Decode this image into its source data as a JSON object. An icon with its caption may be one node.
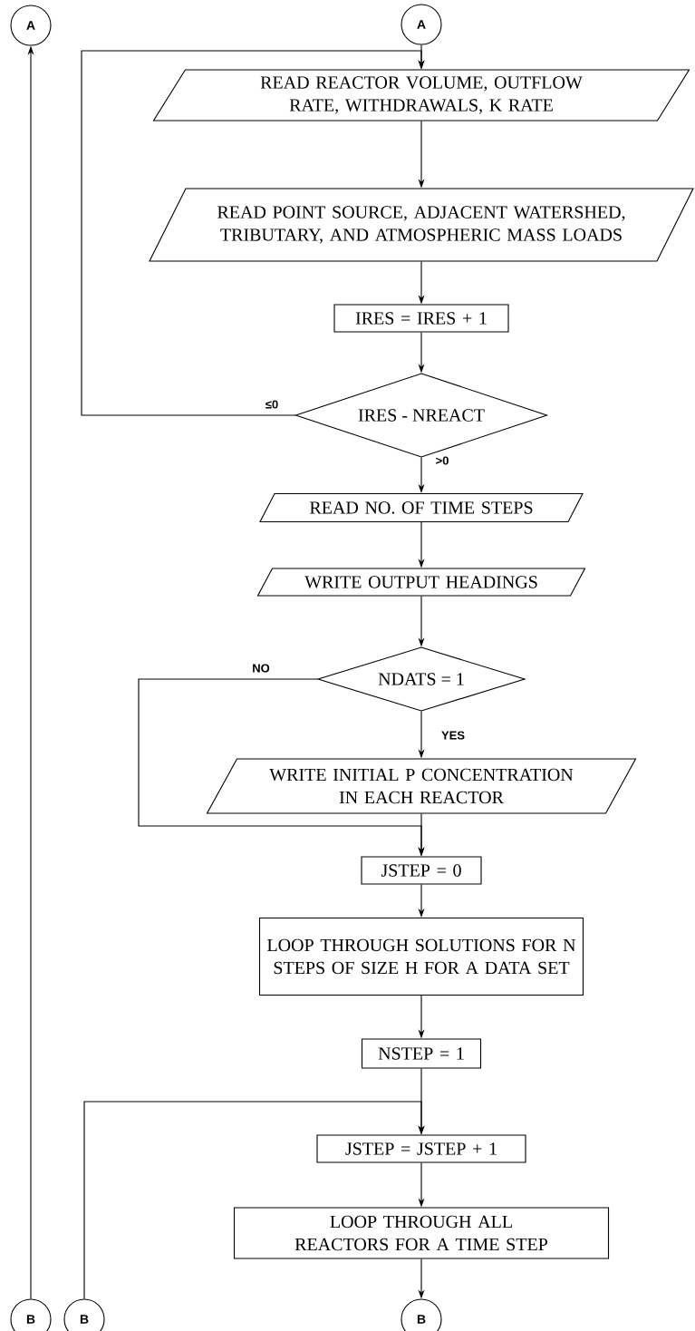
{
  "diagram": {
    "nodes": [
      {
        "text": [
          "A"
        ]
      },
      {
        "text": [
          "A"
        ]
      },
      {
        "text": [
          "READ REACTOR VOLUME, OUTFLOW RATE, WITHDRAWALS, K RATE"
        ]
      },
      {
        "text": [
          "READ POINT SOURCE, ADJACENT WATERSHED, TRIBUTARY, AND ATMOSPHERIC MASS LOADS"
        ]
      },
      {
        "text": [
          "IRES = IRES + 1"
        ]
      },
      {
        "text": [
          "IRES - NREACT"
        ]
      },
      {
        "text": [
          "READ NO. OF TIME STEPS"
        ]
      },
      {
        "text": [
          "WRITE OUTPUT HEADINGS"
        ]
      },
      {
        "text": [
          "NDATS = 1"
        ]
      },
      {
        "text": [
          "WRITE INITIAL P CONCENTRATION IN EACH REACTOR"
        ]
      },
      {
        "text": [
          "JSTEP = 0"
        ]
      },
      {
        "text": [
          "LOOP THROUGH SOLUTIONS FOR N STEPS OF SIZE H FOR A DATA SET"
        ]
      },
      {
        "text": [
          "NSTEP = 1"
        ]
      },
      {
        "text": [
          "JSTEP = JSTEP + 1"
        ]
      },
      {
        "text": [
          "LOOP THROUGH ALL REACTORS FOR A TIME STEP"
        ]
      },
      {
        "text": [
          "B"
        ]
      },
      {
        "text": [
          "B"
        ]
      },
      {
        "text": [
          "B"
        ]
      }
    ],
    "edges": [
      {
        "from": 15,
        "to": 0,
        "arrow": "to"
      },
      {
        "from": 1,
        "to": 2,
        "arrow": "to"
      },
      {
        "from": 2,
        "to": 3,
        "arrow": "to"
      },
      {
        "from": 3,
        "to": 4,
        "arrow": "to"
      },
      {
        "from": 4,
        "to": 5,
        "arrow": "to"
      },
      {
        "from": 5,
        "to": 2,
        "label": "≤0",
        "arrow": "to"
      },
      {
        "from": 5,
        "to": 6,
        "label": ">0",
        "arrow": "to"
      },
      {
        "from": 6,
        "to": 7,
        "arrow": "to"
      },
      {
        "from": 7,
        "to": 8,
        "arrow": "to"
      },
      {
        "from": 8,
        "to": 9,
        "label": "YES",
        "arrow": "to"
      },
      {
        "from": 8,
        "to": 10,
        "label": "NO",
        "arrow": "to"
      },
      {
        "from": 9,
        "to": 10,
        "arrow": "to"
      },
      {
        "from": 10,
        "to": 11,
        "arrow": "to"
      },
      {
        "from": 11,
        "to": 12,
        "arrow": "to"
      },
      {
        "from": 12,
        "to": 13,
        "arrow": "to"
      },
      {
        "from": 16,
        "to": 13,
        "arrow": "to"
      },
      {
        "from": 13,
        "to": 14,
        "arrow": "to"
      },
      {
        "from": 14,
        "to": 17,
        "arrow": "to"
      }
    ]
  }
}
